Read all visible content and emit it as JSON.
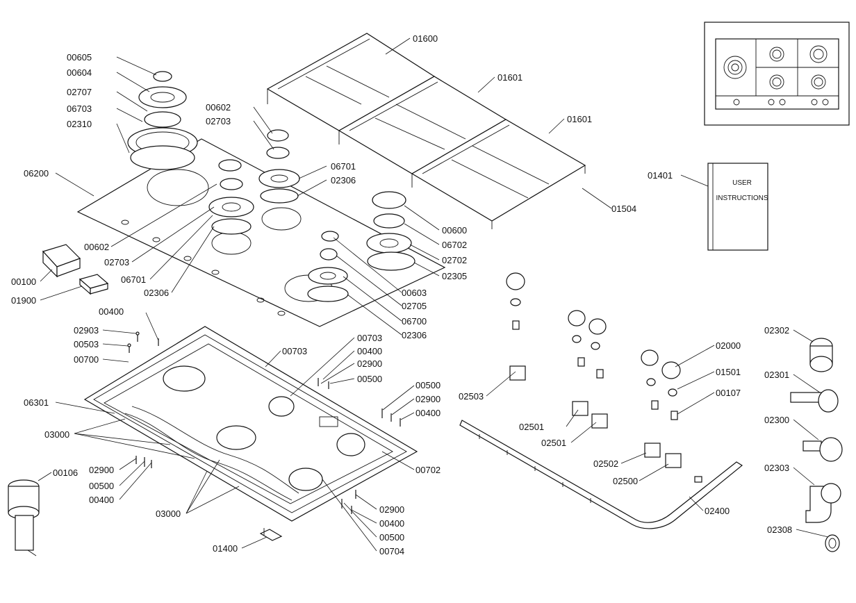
{
  "labels": {
    "l00605": "00605",
    "l00604": "00604",
    "l02707": "02707",
    "l06703": "06703",
    "l02310": "02310",
    "l06200": "06200",
    "l00602a": "00602",
    "l02703a": "02703",
    "l06701a": "06701",
    "l02306a": "02306",
    "l00602b": "00602",
    "l02703b": "02703",
    "l06701b": "06701",
    "l02306b": "02306",
    "l01600": "01600",
    "l01601a": "01601",
    "l01601b": "01601",
    "l01504": "01504",
    "l01401": "01401",
    "l00600": "00600",
    "l06702": "06702",
    "l02702": "02702",
    "l02305": "02305",
    "l00603": "00603",
    "l02705": "02705",
    "l06700": "06700",
    "l02306c": "02306",
    "l00100": "00100",
    "l01900": "01900",
    "l00400a": "00400",
    "l02903": "02903",
    "l00503": "00503",
    "l00700": "00700",
    "l00703a": "00703",
    "l00703b": "00703",
    "l00400b": "00400",
    "l02900a": "02900",
    "l00500a": "00500",
    "l00500b": "00500",
    "l02900b": "02900",
    "l00400c": "00400",
    "l06301": "06301",
    "l03000a": "03000",
    "l00106": "00106",
    "l02900c": "02900",
    "l00500c": "00500",
    "l00400d": "00400",
    "l03000b": "03000",
    "l00702": "00702",
    "l02900d": "02900",
    "l00400e": "00400",
    "l00500d": "00500",
    "l00704": "00704",
    "l01400": "01400",
    "l02503": "02503",
    "l02501a": "02501",
    "l02501b": "02501",
    "l02502": "02502",
    "l02500": "02500",
    "l02000": "02000",
    "l01501": "01501",
    "l00107": "00107",
    "l02400": "02400",
    "l02302": "02302",
    "l02301": "02301",
    "l02300": "02300",
    "l02303": "02303",
    "l02308": "02308"
  },
  "manual": {
    "line1": "USER",
    "line2": "INSTRUCTIONS"
  }
}
